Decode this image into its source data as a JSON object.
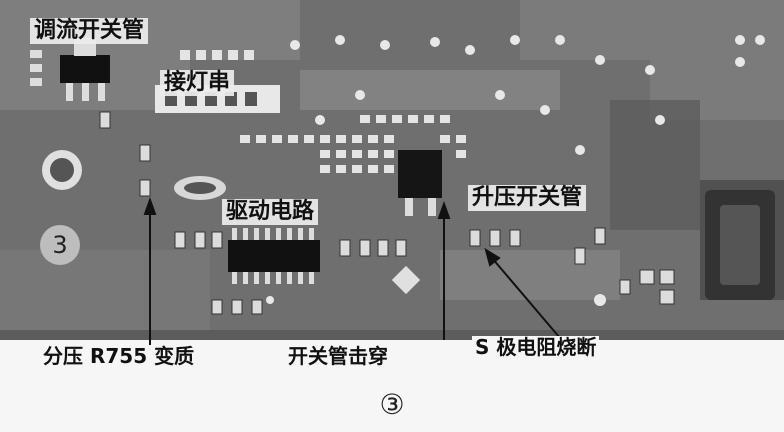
{
  "photo": {
    "description_icon": "pcb-photo",
    "palette": {
      "board": "#6f6f6f",
      "board_dark": "#3a3a3a",
      "trace": "#9a9a9a",
      "pad": "#e4e4e4",
      "chip": "#1c1c1c",
      "paper": "#f6f6f6"
    }
  },
  "labels": {
    "regulator_switch": "调流开关管",
    "lamp_string": "接灯串",
    "drive_circuit": "驱动电路",
    "boost_switch": "升压开关管",
    "panel_marker": "③"
  },
  "bottom_labels": {
    "divider": "分压 R755 变质",
    "switch_breakdown": "开关管击穿",
    "s_resistor": "S 极电阻烧断"
  },
  "caption": {
    "figure_number": "③"
  }
}
